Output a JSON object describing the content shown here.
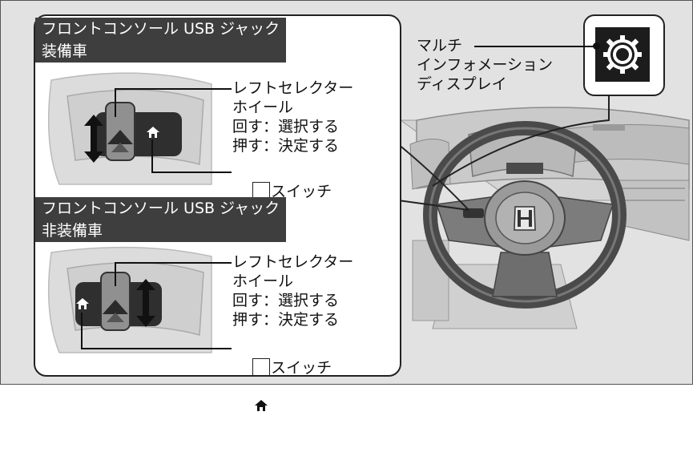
{
  "usb_equipped": {
    "header": "フロントコンソール USB ジャック\n装備車",
    "selector_label": "レフトセレクター\nホイール\n回す：選択する\n押す：決定する",
    "switch_label": "スイッチ"
  },
  "usb_non_equipped": {
    "header": "フロントコンソール USB ジャック\n非装備車",
    "selector_label": "レフトセレクター\nホイール\n回す：選択する\n押す：決定する",
    "switch_label": "スイッチ"
  },
  "multi_info_display_label": "マルチ\nインフォメーション\nディスプレイ",
  "icons": [
    "home-icon",
    "gear-icon",
    "up-down-arrow-icon",
    "honda-logo"
  ]
}
